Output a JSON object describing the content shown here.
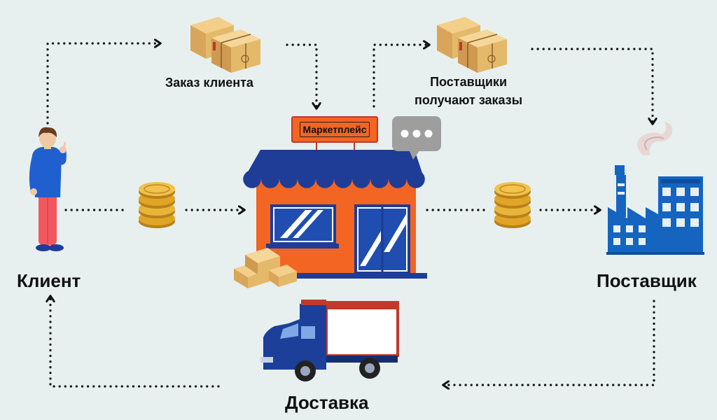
{
  "labels": {
    "client": "Клиент",
    "supplier": "Поставщик",
    "delivery": "Доставка",
    "client_order": "Заказ клиента",
    "suppliers_receive_line1": "Поставщики",
    "suppliers_receive_line2": "получают заказы",
    "marketplace_sign": "Маркетплейс"
  },
  "colors": {
    "background": "#e7f0ef",
    "shop_orange": "#f26522",
    "shop_blue": "#1f3c96",
    "supplier_blue": "#1565c0",
    "coin_gold": "#e0a526",
    "box_tan": "#e4b96a",
    "truck_blue": "#1c3f99",
    "truck_red": "#c0392b",
    "arrow": "#111111"
  },
  "icons": [
    "person-icon",
    "coins-icon",
    "parcel-boxes-icon",
    "shop-icon",
    "speech-bubble-icon",
    "factory-icon",
    "truck-icon"
  ]
}
